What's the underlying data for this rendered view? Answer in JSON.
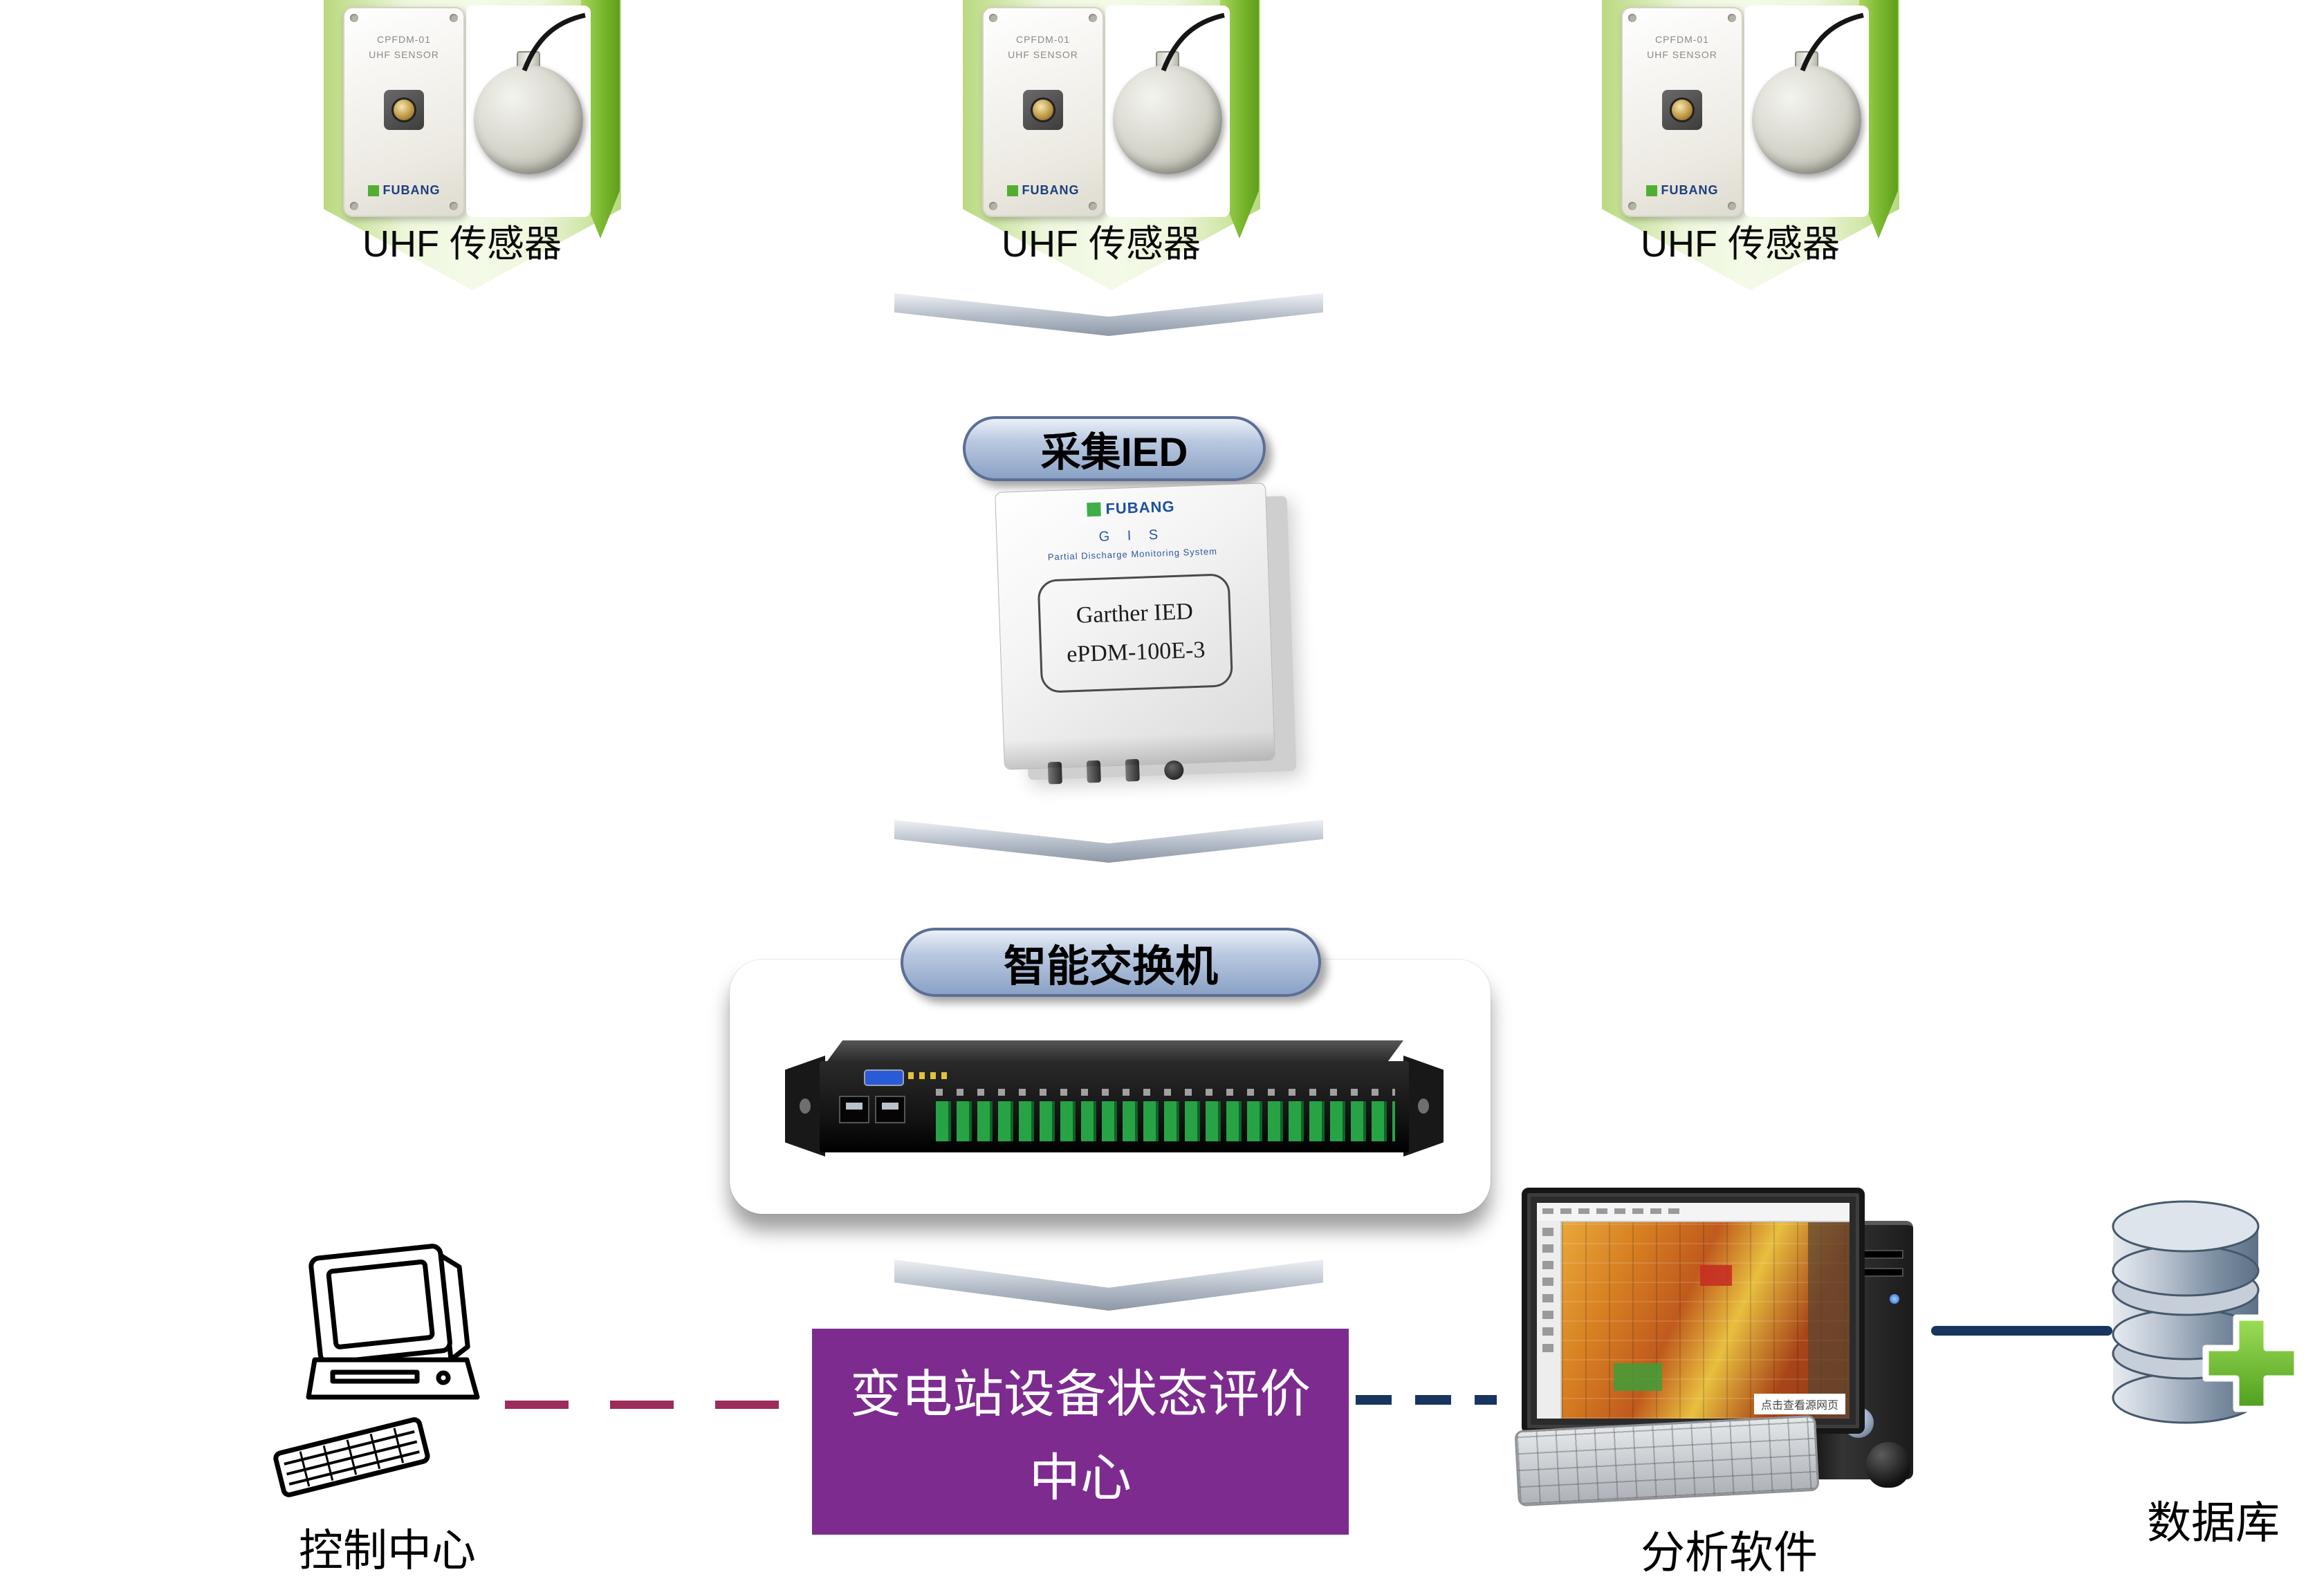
{
  "sensors": {
    "label": "UHF 传感器",
    "card": {
      "line1": "CPFDM-01",
      "line2": "UHF SENSOR",
      "brand": "FUBANG"
    }
  },
  "flow": {
    "ied_pill": "采集IED",
    "switch_pill": "智能交换机"
  },
  "ied_device": {
    "brand": "FUBANG",
    "header": "G I S",
    "subheader": "Partial Discharge Monitoring System",
    "name": "Garther IED",
    "model": "ePDM-100E-3"
  },
  "center": {
    "line1": "变电站设备状态评价",
    "line2": "中心"
  },
  "nodes": {
    "control": "控制中心",
    "analysis": "分析软件",
    "database": "数据库"
  },
  "monitor": {
    "caption": "点击查看源网页"
  },
  "colors": {
    "purple": "#7d2b8f",
    "crimson": "#9e2b5a",
    "navy": "#17355e",
    "green": "#7ab82e"
  }
}
